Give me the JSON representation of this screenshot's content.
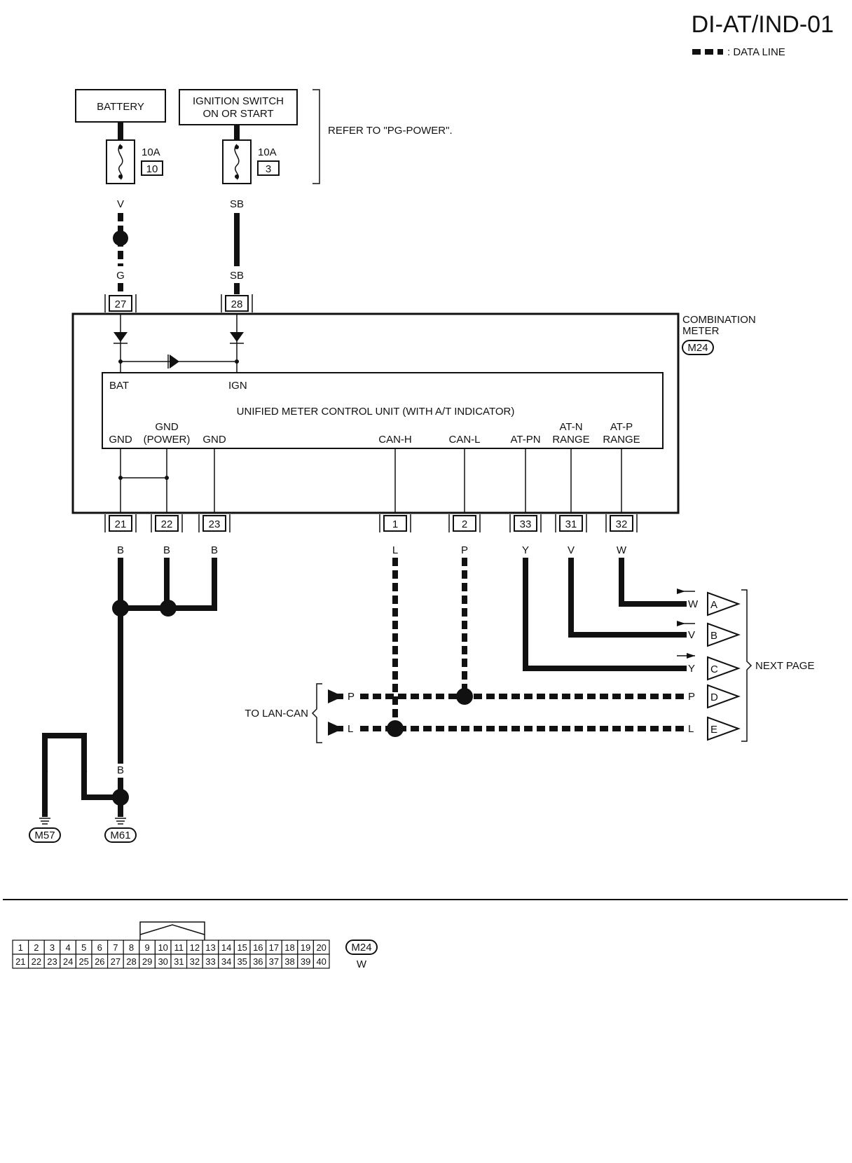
{
  "header": {
    "code": "DI-AT/IND-01",
    "legend_label": ": DATA LINE"
  },
  "power": {
    "battery_label": "BATTERY",
    "ignition_label_line1": "IGNITION SWITCH",
    "ignition_label_line2": "ON OR START",
    "refer_text": "REFER TO \"PG-POWER\".",
    "fuse1_rating": "10A",
    "fuse1_number": "10",
    "fuse2_rating": "10A",
    "fuse2_number": "3"
  },
  "wires": {
    "batt_top": "V",
    "batt_bottom": "G",
    "ign_top": "SB",
    "ign_bottom": "SB",
    "gnd21": "B",
    "gnd22": "B",
    "gnd23": "B",
    "can_h": "L",
    "can_l": "P",
    "at_pn": "Y",
    "at_n": "V",
    "at_p": "W",
    "ground_left": "B",
    "ground_mid": "B",
    "ground_right": "B"
  },
  "meter": {
    "title_line1": "COMBINATION",
    "title_line2": "METER",
    "connector": "M24",
    "control_unit_label": "UNIFIED METER CONTROL UNIT (WITH A/T INDICATOR)",
    "bat_label": "BAT",
    "ign_label": "IGN",
    "gnd1_label": "GND",
    "gnd_power_line1": "GND",
    "gnd_power_line2": "(POWER)",
    "gnd2_label": "GND",
    "can_h_label": "CAN-H",
    "can_l_label": "CAN-L",
    "at_pn_label": "AT-PN",
    "at_n_line1": "AT-N",
    "at_n_line2": "RANGE",
    "at_p_line1": "AT-P",
    "at_p_line2": "RANGE"
  },
  "pins": {
    "p27": "27",
    "p28": "28",
    "p21": "21",
    "p22": "22",
    "p23": "23",
    "p1": "1",
    "p2": "2",
    "p33": "33",
    "p31": "31",
    "p32": "32"
  },
  "outputs": {
    "a": {
      "wire": "W",
      "letter": "A"
    },
    "b": {
      "wire": "V",
      "letter": "B"
    },
    "c": {
      "wire": "Y",
      "letter": "C"
    },
    "d": {
      "wire": "P",
      "letter": "D"
    },
    "e": {
      "wire": "L",
      "letter": "E"
    },
    "next_page": "NEXT PAGE",
    "to_lan_can": "TO LAN-CAN",
    "lan_p": "P",
    "lan_l": "L"
  },
  "grounds": {
    "left": "M57",
    "right": "M61"
  },
  "connector_view": {
    "id": "M24",
    "color": "W",
    "row1": [
      "1",
      "2",
      "3",
      "4",
      "5",
      "6",
      "7",
      "8",
      "9",
      "10",
      "11",
      "12",
      "13",
      "14",
      "15",
      "16",
      "17",
      "18",
      "19",
      "20"
    ],
    "row2": [
      "21",
      "22",
      "23",
      "24",
      "25",
      "26",
      "27",
      "28",
      "29",
      "30",
      "31",
      "32",
      "33",
      "34",
      "35",
      "36",
      "37",
      "38",
      "39",
      "40"
    ]
  }
}
